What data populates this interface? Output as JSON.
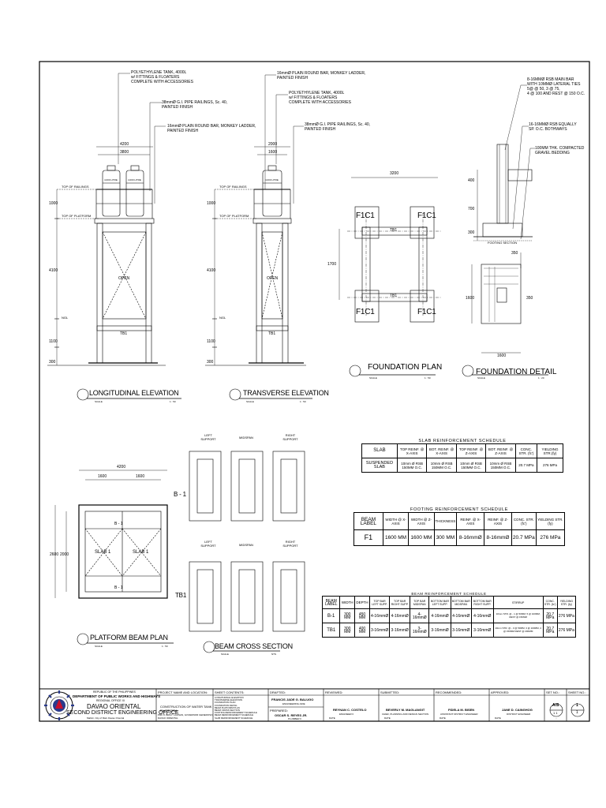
{
  "elev_long": {
    "callouts": [
      "POLYETHYLENE TANK, 4000L",
      "w/ FITTINGS & FLOATERS",
      "COMPLETE  WITH ACCESSORIES",
      "38mmØ G.I. PIPE RAILINGS, Sc. 40,",
      "PAINTED FINISH",
      "16mmØ PLAIN ROUND BAR, MONKEY LADDER,",
      "PAINTED FINISH"
    ],
    "dims": [
      "4200",
      "3800",
      "1000",
      "4100",
      "1100",
      "300"
    ],
    "levels": [
      "TOP OF RAILINGS",
      "TOP OF PLATFORM",
      "NGL"
    ],
    "tank_labels": [
      "4,000 LITRE",
      "4,000 LITRE"
    ],
    "open": "OPEN",
    "beam": "TB1",
    "title": "LONGITUDINAL ELEVATION",
    "scale_left": "SCALE",
    "scale_right": "1 : 50"
  },
  "elev_trans": {
    "callouts": [
      "16mmØ PLAIN ROUND BAR, MONKEY LADDER,",
      "PAINTED FINISH",
      "POLYETHYLENE TANK, 4000L",
      "w/ FITTINGS & FLOATERS",
      "COMPLETE  WITH ACCESSORIES",
      "38mmØ G.I. PIPE RAILINGS, Sc. 40,",
      "PAINTED FINISH"
    ],
    "dims": [
      "2000",
      "1600",
      "1000",
      "4100",
      "1100",
      "300"
    ],
    "levels": [
      "TOP OF RAILINGS",
      "TOP OF PLATFORM",
      "NGL"
    ],
    "tank_label": "4,000 LITRE",
    "open": "OPEN",
    "beam": "TB1",
    "title": "TRANSVERSE ELEVATION",
    "scale_left": "SCALE",
    "scale_right": "1 : 50"
  },
  "foundation_plan": {
    "dim_top": "3200",
    "dim_side": "1700",
    "footing": "F1C1",
    "beam": "TB1",
    "title": "FOUNDATION PLAN",
    "scale_left": "SCALE",
    "scale_right": "1 : 50"
  },
  "foundation_detail": {
    "callouts": [
      "8-16MMØ RSB MAIN BAR",
      "WITH 10MMØ LATERAL TIES",
      "5@ @ 50, 3 @ 75,",
      "4 @ 100 AND REST @ 150 O.C.",
      "16-16MMØ RSB EQUALLY",
      "SP. O.C. BOTHWAYS",
      "100MM THK. COMPACTED",
      "GRAVEL BEDDING"
    ],
    "dims": [
      "400",
      "700",
      "300",
      "350",
      "350",
      "1600",
      "1600"
    ],
    "section_label": "FOOTING SECTION",
    "title": "FOUNDATION DETAIL",
    "scale_left": "SCALE",
    "scale_right": "1 : 20"
  },
  "platform_plan": {
    "dims": [
      "4200",
      "1600",
      "1600",
      "2600",
      "2000"
    ],
    "beam": "B - 1",
    "slab": "SLAB 1",
    "title": "PLATFORM BEAM PLAN",
    "scale_left": "SCALE",
    "scale_right": "1 : 50"
  },
  "beam_section": {
    "top_headers": [
      "LEFT SUPPORT",
      "MIDSPAN",
      "RIGHT SUPPORT"
    ],
    "bottom_headers": [
      "LEFT SUPPORT",
      "MIDSPAN",
      "RIGHT SUPPORT"
    ],
    "row_labels": [
      "B - 1",
      "TB1"
    ],
    "title": "BEAM CROSS SECTION",
    "scale_left": "SCALE",
    "scale_right": "NTS"
  },
  "slab_schedule": {
    "title": "SLAB  REINFORCEMENT  SCHEDULE",
    "headers": [
      "SLAB",
      "TOP REINF. @ X-AXIS",
      "BOT. REINF. @ X-AXIS",
      "TOP REINF. @ Z-AXIS",
      "BOT. REINF. @ Z-AXIS",
      "CONC. STR. (fc')",
      "YIELDING STR.(fy)"
    ],
    "row": [
      "SUSPENDED SLAB",
      "10mm Ø RSB 150MM O.C.",
      "10mm Ø RSB 150MM O.C.",
      "10mm Ø RSB 150MM O.C.",
      "10mm Ø RSB 150MM O.C.",
      "20.7  MPa",
      "276  MPa"
    ]
  },
  "footing_schedule": {
    "title": "FOOTING  REINFORCEMENT  SCHEDULE",
    "headers": [
      "BEAM LABEL",
      "WIDTH @ X-AXIS",
      "WIDTH @ Z-AXIS",
      "THICKNESS",
      "REINF. @ X-AXIS",
      "REINF. @ Z-AXIS",
      "CONC. STR. (fc')",
      "YIELDING STR.(fy)"
    ],
    "row": [
      "F1",
      "1600  MM",
      "1600  MM",
      "300  MM",
      "8-16mmØ",
      "8-16mmØ",
      "20.7  MPa",
      "276  MPa"
    ]
  },
  "beam_schedule": {
    "title": "BEAM REINFORCEMENT SCHEDULE",
    "headers": [
      "BEAM LABEL",
      "WIDTH",
      "DEPTH",
      "TOP BAR LEFT SUPP.",
      "TOP BAR RIGHT SUPP.",
      "TOP BAR MIDSPAN",
      "BOTTOM BAR LEFT SUPP.",
      "BOTTOM BAR MIDSPAN",
      "BOTTOM BAR RIGHT SUPP.",
      "STIRRUP",
      "CONC. STR. (fc')",
      "YIELDING STR. (fy)"
    ],
    "rows": [
      [
        "B-1",
        "300 MM",
        "450 MM",
        "4-16mmØ",
        "4-16mmØ",
        "4-16mmØ",
        "4-16mmØ",
        "4-16mmØ",
        "4-16mmØ",
        "10mm STR. @  -  1 @ 50MM, 5 @ 100MM, REST @ 150MM",
        "20.7 MPa",
        "276 MPa"
      ],
      [
        "TB1",
        "300 MM",
        "400 MM",
        "3-16mmØ",
        "3-16mmØ",
        "3-16mmØ",
        "3-16mmØ",
        "3-16mmØ",
        "3-16mmØ",
        "10mm STR. @  -  3 @ 50MM, 3 @ 100MM, 4 @ 150MM REST @ 200MM",
        "20.7 MPa",
        "276 MPa"
      ]
    ]
  },
  "title_block": {
    "agency": [
      "REPUBLIC OF THE PHILIPPINES",
      "DEPARTMENT OF PUBLIC WORKS AND HIGHWAYS",
      "REGIONAL OFFICE XI"
    ],
    "office_name": "DAVAO ORIENTAL",
    "office_sub": "SECOND DISTRICT ENGINEERING OFFICE",
    "office_addr": "Mabini, City of Mati, Davao Oriental",
    "project_hdr": "PROJECT NAME AND LOCATION:",
    "project_name": [
      "CONSTRUCTION OF WATER TANK",
      "PLATFORM"
    ],
    "project_loc": [
      "PRK 8, BRGY. LAUSAN, GOVERNOR GENEROSO,",
      "DAVAO ORIENTAL"
    ],
    "contents_hdr": "SHEET CONTENTS:",
    "contents": [
      "LONGITUDINAL ELEVATION",
      "TRANSVERSE ELEVATION",
      "FOUNDATION PLAN",
      "FOUNDATION DETAIL",
      "BEAM PLATFORM PLAN",
      "BEAM CROSS SECTION",
      "FOOTING REINFORCEMENT SCHEDULE",
      "BEAM REINFORCEMENT SCHEDULE",
      "SLAB REINFORCEMENT SCHEDULE"
    ],
    "drafted_hdr": "DRAFTED:",
    "drafted_name": "FRANCIS JADE G. BALUGO",
    "drafted_role": "ENGINEERING AIDE",
    "prepared_hdr": "PREPARED:",
    "prepared_name": "OSCAR S. REYES JR.",
    "prepared_role": "PLUMBER II",
    "reviewed_hdr": "REVIEWED:",
    "reviewed_name": "REYNAN C. COSTELO",
    "reviewed_role": "ENGINEER II",
    "submitted_hdr": "SUBMITTED:",
    "submitted_name": "BEVERLY M. MAGLANGIT",
    "submitted_role": "CHIEF, PLANNING AND DESIGN SECTION",
    "recommended_hdr": "RECOMMENDED:",
    "recommended_name": "FIDELA M. BISEN",
    "recommended_role": "ASSISTANT DISTRICT ENGINEER",
    "approved_hdr": "APPROVED:",
    "approved_name": "JANE D. CAINGHOG",
    "approved_role": "DISTRICT ENGINEER",
    "date_label": "DATE",
    "set_hdr": "SET NO.:",
    "set_top": "A/S",
    "set_bot": "1 1",
    "sheet_hdr": "SHEET NO.:",
    "sheet_top": "1",
    "sheet_bot": "1"
  }
}
